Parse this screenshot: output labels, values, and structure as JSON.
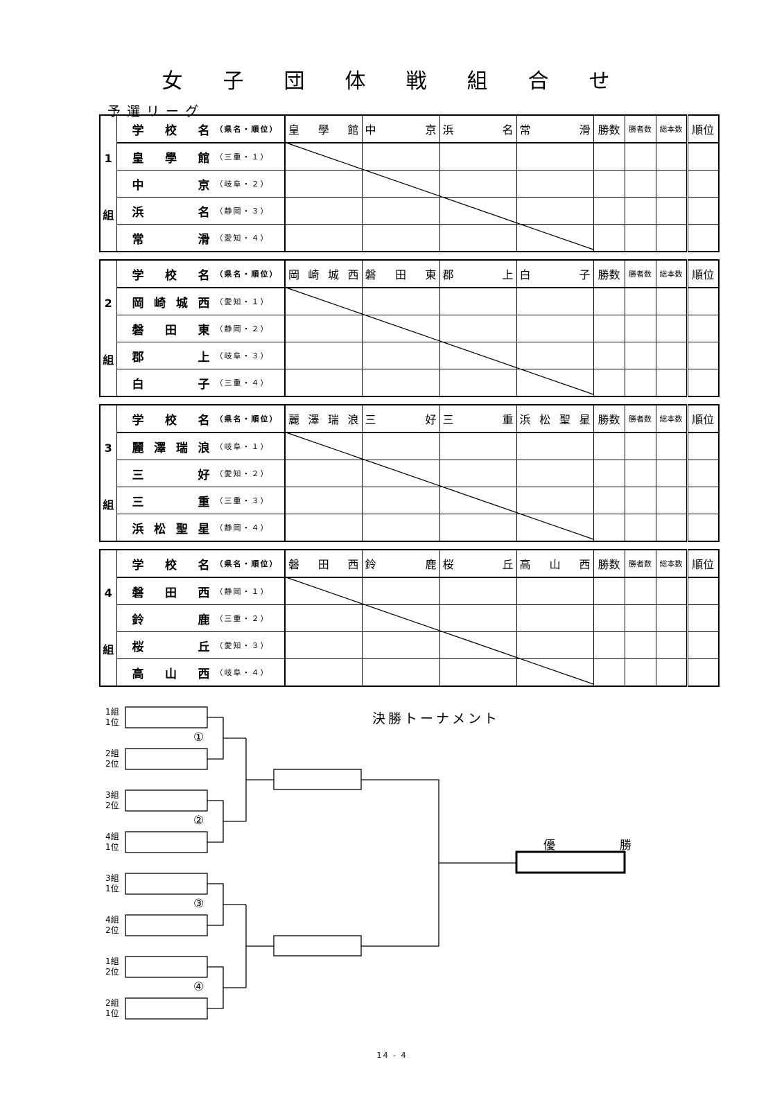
{
  "title": "女子団体戦組合せ",
  "subtitle": "予選リーグ",
  "header": {
    "school": "学　校　名",
    "pref_rank": "（県名・順位）",
    "wins": "勝数",
    "winners": "勝者数",
    "total": "総本数",
    "rank": "順位"
  },
  "groups": [
    {
      "number": "1",
      "kumi": "組",
      "teams": [
        {
          "name": "皇學館",
          "pref": "（三重・１）"
        },
        {
          "name": "中京",
          "pref": "（岐阜・２）"
        },
        {
          "name": "浜名",
          "pref": "（静岡・３）"
        },
        {
          "name": "常滑",
          "pref": "（愛知・４）"
        }
      ]
    },
    {
      "number": "2",
      "kumi": "組",
      "teams": [
        {
          "name": "岡崎城西",
          "pref": "（愛知・１）"
        },
        {
          "name": "磐田東",
          "pref": "（静岡・２）"
        },
        {
          "name": "郡上",
          "pref": "（岐阜・３）"
        },
        {
          "name": "白子",
          "pref": "（三重・４）"
        }
      ]
    },
    {
      "number": "3",
      "kumi": "組",
      "teams": [
        {
          "name": "麗澤瑞浪",
          "pref": "（岐阜・１）"
        },
        {
          "name": "三好",
          "pref": "（愛知・２）"
        },
        {
          "name": "三重",
          "pref": "（三重・３）"
        },
        {
          "name": "浜松聖星",
          "pref": "（静岡・４）"
        }
      ]
    },
    {
      "number": "4",
      "kumi": "組",
      "teams": [
        {
          "name": "磐田西",
          "pref": "（静岡・１）"
        },
        {
          "name": "鈴鹿",
          "pref": "（三重・２）"
        },
        {
          "name": "桜丘",
          "pref": "（愛知・３）"
        },
        {
          "name": "高山西",
          "pref": "（岐阜・４）"
        }
      ]
    }
  ],
  "tournament": {
    "title": "決勝トーナメント",
    "winner_label": "優　勝",
    "seeds": [
      {
        "g": "1組",
        "p": "1位"
      },
      {
        "g": "2組",
        "p": "2位"
      },
      {
        "g": "3組",
        "p": "2位"
      },
      {
        "g": "4組",
        "p": "1位"
      },
      {
        "g": "3組",
        "p": "1位"
      },
      {
        "g": "4組",
        "p": "2位"
      },
      {
        "g": "1組",
        "p": "2位"
      },
      {
        "g": "2組",
        "p": "1位"
      }
    ],
    "match_numbers": [
      "①",
      "②",
      "③",
      "④"
    ]
  },
  "page_number": "14 - 4"
}
